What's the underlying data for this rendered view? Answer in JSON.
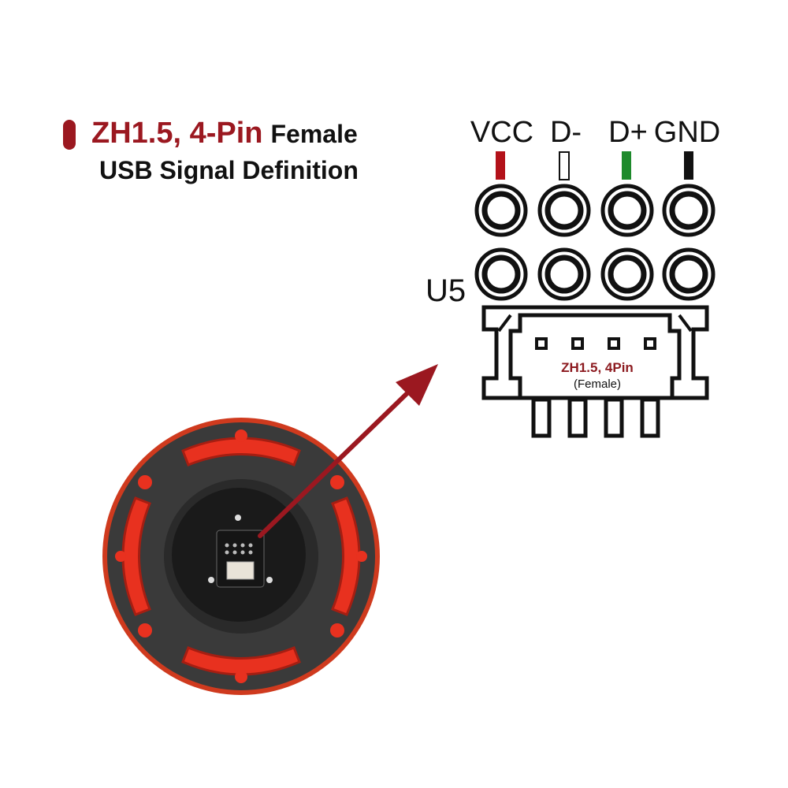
{
  "heading": {
    "title_red": "ZH1.5, 4-Pin",
    "title_black": "Female",
    "subtitle": "USB Signal Definition"
  },
  "pins": [
    {
      "label": "VCC",
      "wire_color": "#b3121a",
      "wire_style": "filled"
    },
    {
      "label": "D-",
      "wire_color": "#111111",
      "wire_style": "outline"
    },
    {
      "label": "D+",
      "wire_color": "#1e8a2c",
      "wire_style": "filled"
    },
    {
      "label": "GND",
      "wire_color": "#111111",
      "wire_style": "filled"
    }
  ],
  "board_label": "U5",
  "connector": {
    "name": "ZH1.5, 4Pin",
    "gender": "(Female)"
  },
  "colors": {
    "accent": "#9b1820",
    "housing_red": "#e8311f",
    "housing_dark": "#3a3a3a",
    "arrow": "#9b1820"
  }
}
